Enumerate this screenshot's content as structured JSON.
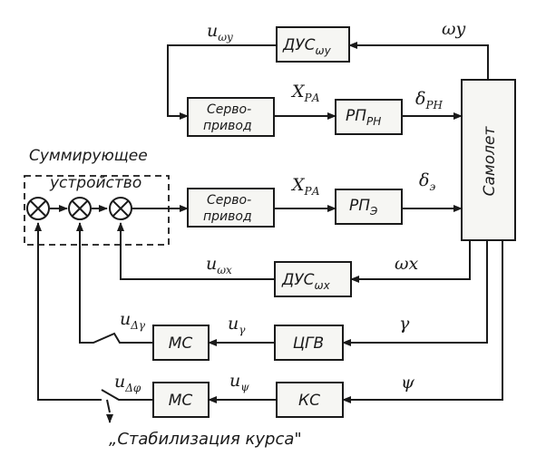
{
  "blocks": {
    "dus_wy": {
      "main": "ДУС",
      "sub": "ωy"
    },
    "servo_rn": {
      "line1": "Серво-",
      "line2": "привод"
    },
    "rp_rn": {
      "main": "РП",
      "sub": "РН"
    },
    "servo_e": {
      "line1": "Серво-",
      "line2": "привод"
    },
    "rp_e": {
      "main": "РП",
      "sub": "Э"
    },
    "samolet": {
      "label": "Самолет"
    },
    "dus_wx": {
      "main": "ДУС",
      "sub": "ωx"
    },
    "cgv": {
      "label": "ЦГВ"
    },
    "ms_gamma": {
      "label": "МС"
    },
    "ks": {
      "label": "КС"
    },
    "ms_psi": {
      "label": "МС"
    }
  },
  "summing": {
    "label_line1": "Суммирующее",
    "label_line2": "устройство"
  },
  "signals": {
    "u_wy": {
      "main": "u",
      "sub": "ωy"
    },
    "wy": "ωy",
    "x_ra_top": {
      "main": "X",
      "sub": "РА"
    },
    "delta_rn": {
      "main": "δ",
      "sub": "РН"
    },
    "x_ra_mid": {
      "main": "X",
      "sub": "РА"
    },
    "delta_e": {
      "main": "δ",
      "sub": "э"
    },
    "u_wx": {
      "main": "u",
      "sub": "ωx"
    },
    "wx": "ωx",
    "u_dgamma": {
      "main": "u",
      "sub": "Δγ"
    },
    "u_gamma": {
      "main": "u",
      "sub": "γ"
    },
    "gamma": "γ",
    "u_dpsi": {
      "main": "u",
      "sub": "Δφ"
    },
    "u_psi": {
      "main": "u",
      "sub": "ψ"
    },
    "psi": "ψ"
  },
  "caption": "„Стабилизация курса\""
}
